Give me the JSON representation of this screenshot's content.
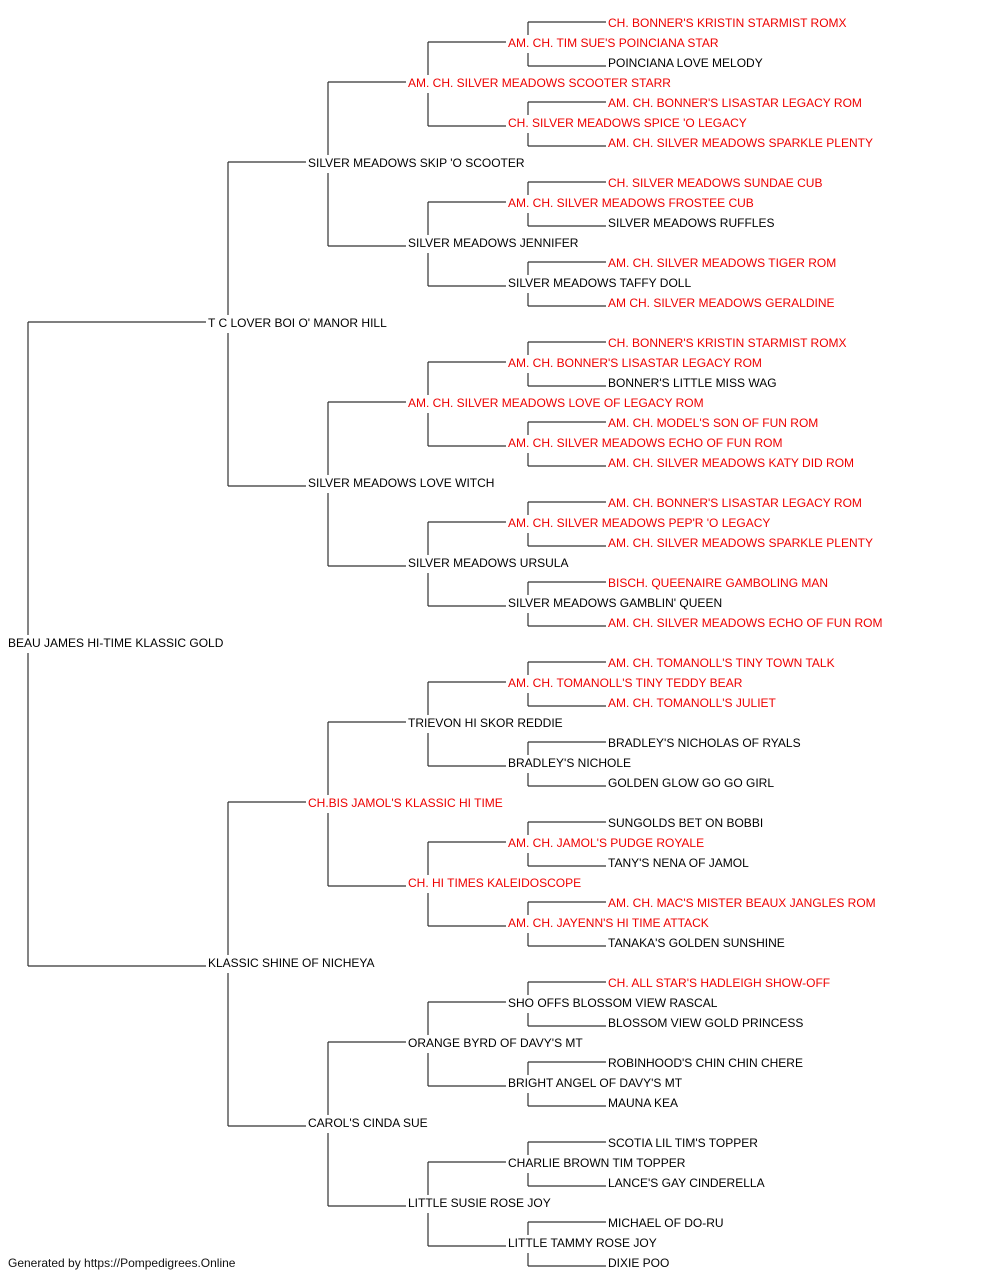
{
  "colors": {
    "champion": "#ee0000",
    "normal": "#000000",
    "line": "#333333"
  },
  "footer": "Generated by https://Pompedigrees.Online",
  "pedigree": [
    {
      "id": "p0",
      "name": "BEAU JAMES HI-TIME KLASSIC GOLD",
      "ch": false
    },
    {
      "id": "p1",
      "name": "T C LOVER BOI O' MANOR HILL",
      "ch": false
    },
    {
      "id": "p2",
      "name": "KLASSIC SHINE OF NICHEYA",
      "ch": false
    },
    {
      "id": "p3",
      "name": "SILVER MEADOWS SKIP 'O SCOOTER",
      "ch": false
    },
    {
      "id": "p4",
      "name": "SILVER MEADOWS LOVE WITCH",
      "ch": false
    },
    {
      "id": "p5",
      "name": "CH.BIS JAMOL'S KLASSIC HI TIME",
      "ch": true
    },
    {
      "id": "p6",
      "name": "CAROL'S CINDA SUE",
      "ch": false
    },
    {
      "id": "p7",
      "name": "AM. CH. SILVER MEADOWS SCOOTER STARR",
      "ch": true
    },
    {
      "id": "p8",
      "name": "SILVER MEADOWS JENNIFER",
      "ch": false
    },
    {
      "id": "p9",
      "name": "AM. CH. SILVER MEADOWS LOVE OF LEGACY ROM",
      "ch": true
    },
    {
      "id": "p10",
      "name": "SILVER MEADOWS URSULA",
      "ch": false
    },
    {
      "id": "p11",
      "name": "TRIEVON HI SKOR REDDIE",
      "ch": false
    },
    {
      "id": "p12",
      "name": "CH. HI TIMES KALEIDOSCOPE",
      "ch": true
    },
    {
      "id": "p13",
      "name": "ORANGE BYRD OF DAVY'S MT",
      "ch": false
    },
    {
      "id": "p14",
      "name": "LITTLE SUSIE ROSE JOY",
      "ch": false
    },
    {
      "id": "p15",
      "name": "AM. CH. TIM SUE'S POINCIANA STAR",
      "ch": true
    },
    {
      "id": "p16",
      "name": "CH. SILVER MEADOWS SPICE 'O LEGACY",
      "ch": true
    },
    {
      "id": "p17",
      "name": "AM. CH. SILVER MEADOWS FROSTEE CUB",
      "ch": true
    },
    {
      "id": "p18",
      "name": "SILVER MEADOWS TAFFY DOLL",
      "ch": false
    },
    {
      "id": "p19",
      "name": "AM. CH. BONNER'S LISASTAR LEGACY ROM",
      "ch": true
    },
    {
      "id": "p20",
      "name": "AM. CH. SILVER MEADOWS ECHO OF FUN ROM",
      "ch": true
    },
    {
      "id": "p21",
      "name": "AM. CH. SILVER MEADOWS PEP'R 'O LEGACY",
      "ch": true
    },
    {
      "id": "p22",
      "name": "SILVER MEADOWS GAMBLIN' QUEEN",
      "ch": false
    },
    {
      "id": "p23",
      "name": "AM. CH. TOMANOLL'S TINY TEDDY BEAR",
      "ch": true
    },
    {
      "id": "p24",
      "name": "BRADLEY'S NICHOLE",
      "ch": false
    },
    {
      "id": "p25",
      "name": "AM. CH. JAMOL'S PUDGE ROYALE",
      "ch": true
    },
    {
      "id": "p26",
      "name": "AM. CH. JAYENN'S HI TIME ATTACK",
      "ch": true
    },
    {
      "id": "p27",
      "name": "SHO OFFS BLOSSOM VIEW RASCAL",
      "ch": false
    },
    {
      "id": "p28",
      "name": "BRIGHT ANGEL OF DAVY'S MT",
      "ch": false
    },
    {
      "id": "p29",
      "name": "CHARLIE BROWN TIM TOPPER",
      "ch": false
    },
    {
      "id": "p30",
      "name": "LITTLE TAMMY ROSE JOY",
      "ch": false
    },
    {
      "id": "p31",
      "name": "CH. BONNER'S KRISTIN STARMIST ROMX",
      "ch": true
    },
    {
      "id": "p32",
      "name": "POINCIANA LOVE MELODY",
      "ch": false
    },
    {
      "id": "p33",
      "name": "AM. CH. BONNER'S LISASTAR LEGACY ROM",
      "ch": true
    },
    {
      "id": "p34",
      "name": "AM. CH. SILVER MEADOWS SPARKLE PLENTY",
      "ch": true
    },
    {
      "id": "p35",
      "name": "CH. SILVER MEADOWS SUNDAE CUB",
      "ch": true
    },
    {
      "id": "p36",
      "name": "SILVER MEADOWS RUFFLES",
      "ch": false
    },
    {
      "id": "p37",
      "name": "AM. CH. SILVER MEADOWS TIGER ROM",
      "ch": true
    },
    {
      "id": "p38",
      "name": "AM CH. SILVER MEADOWS GERALDINE",
      "ch": true
    },
    {
      "id": "p39",
      "name": "CH. BONNER'S KRISTIN STARMIST ROMX",
      "ch": true
    },
    {
      "id": "p40",
      "name": "BONNER'S LITTLE MISS WAG",
      "ch": false
    },
    {
      "id": "p41",
      "name": "AM. CH. MODEL'S SON OF FUN ROM",
      "ch": true
    },
    {
      "id": "p42",
      "name": "AM. CH. SILVER MEADOWS KATY DID ROM",
      "ch": true
    },
    {
      "id": "p43",
      "name": "AM. CH. BONNER'S LISASTAR LEGACY ROM",
      "ch": true
    },
    {
      "id": "p44",
      "name": "AM. CH. SILVER MEADOWS SPARKLE PLENTY",
      "ch": true
    },
    {
      "id": "p45",
      "name": "BISCH. QUEENAIRE GAMBOLING MAN",
      "ch": true
    },
    {
      "id": "p46",
      "name": "AM. CH. SILVER MEADOWS ECHO OF FUN ROM",
      "ch": true
    },
    {
      "id": "p47",
      "name": "AM. CH. TOMANOLL'S TINY TOWN TALK",
      "ch": true
    },
    {
      "id": "p48",
      "name": "AM. CH. TOMANOLL'S JULIET",
      "ch": true
    },
    {
      "id": "p49",
      "name": "BRADLEY'S NICHOLAS OF RYALS",
      "ch": false
    },
    {
      "id": "p50",
      "name": "GOLDEN GLOW GO GO GIRL",
      "ch": false
    },
    {
      "id": "p51",
      "name": "SUNGOLDS BET ON BOBBI",
      "ch": false
    },
    {
      "id": "p52",
      "name": "TANY'S NENA OF JAMOL",
      "ch": false
    },
    {
      "id": "p53",
      "name": "AM. CH. MAC'S MISTER BEAUX JANGLES ROM",
      "ch": true
    },
    {
      "id": "p54",
      "name": "TANAKA'S GOLDEN SUNSHINE",
      "ch": false
    },
    {
      "id": "p55",
      "name": "CH. ALL STAR'S HADLEIGH SHOW-OFF",
      "ch": true
    },
    {
      "id": "p56",
      "name": "BLOSSOM VIEW GOLD PRINCESS",
      "ch": false
    },
    {
      "id": "p57",
      "name": "ROBINHOOD'S CHIN CHIN CHERE",
      "ch": false
    },
    {
      "id": "p58",
      "name": "MAUNA KEA",
      "ch": false
    },
    {
      "id": "p59",
      "name": "SCOTIA LIL TIM'S TOPPER",
      "ch": false
    },
    {
      "id": "p60",
      "name": "LANCE'S GAY CINDERELLA",
      "ch": false
    },
    {
      "id": "p61",
      "name": "MICHAEL OF DO-RU",
      "ch": false
    },
    {
      "id": "p62",
      "name": "DIXIE POO",
      "ch": false
    }
  ]
}
